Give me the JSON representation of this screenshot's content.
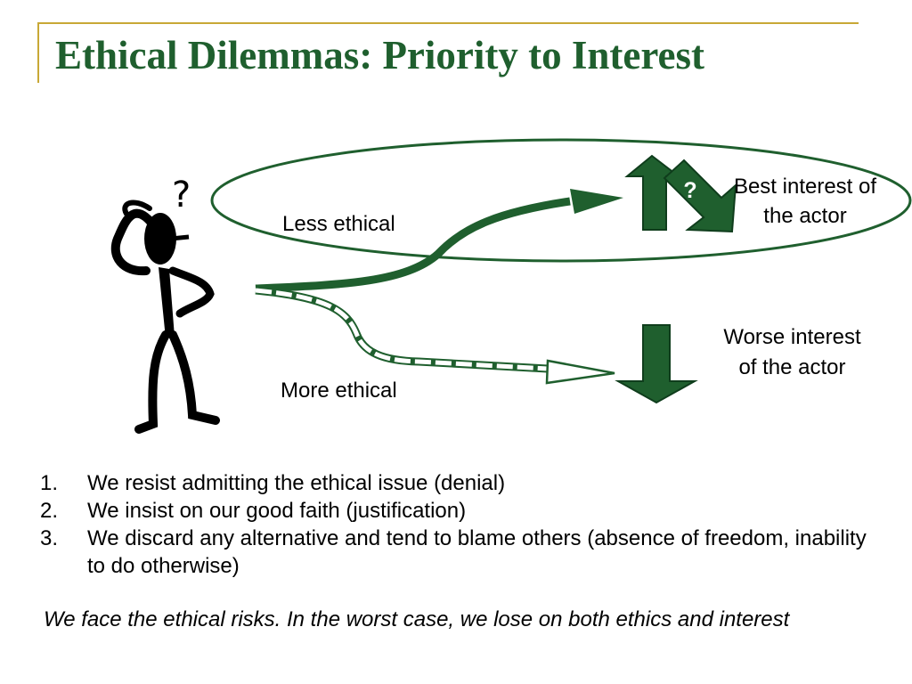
{
  "slide": {
    "title": "Ethical Dilemmas: Priority to Interest",
    "accent_color": "#1f5f2e",
    "rule_color": "#c8a836"
  },
  "diagram": {
    "thinker_mark": "?",
    "paths": {
      "less_ethical_label": "Less ethical",
      "more_ethical_label": "More ethical"
    },
    "outcomes": {
      "best_label": "Best interest of the actor",
      "best_marker": "?",
      "worse_label": "Worse interest of the actor"
    },
    "icons": {
      "figure": "confused-stick-figure-icon",
      "up": "arrow-up-icon",
      "turn": "turn-arrow-icon",
      "down": "arrow-down-icon"
    }
  },
  "points": [
    {
      "num": "1.",
      "text": "We resist admitting the ethical issue (denial)"
    },
    {
      "num": "2.",
      "text": "We insist on our good faith (justification)"
    },
    {
      "num": "3.",
      "text": "We discard any alternative and tend to blame others (absence of freedom, inability to do otherwise)"
    }
  ],
  "conclusion": "We face the ethical risks. In the worst case, we lose on both ethics and interest"
}
